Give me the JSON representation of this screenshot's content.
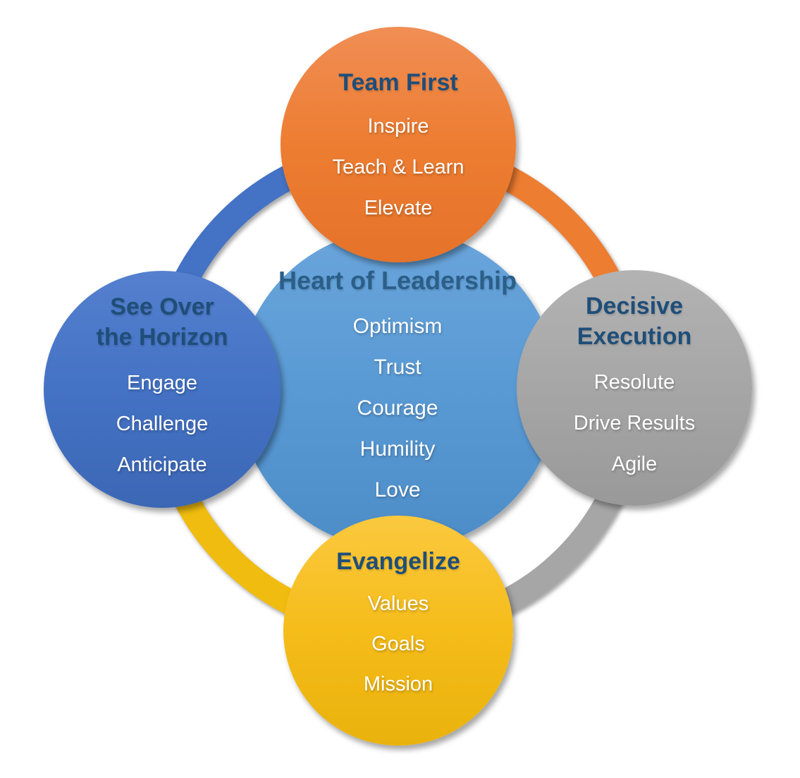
{
  "circles": {
    "center": {
      "title_lines": [
        "Heart of Leadership"
      ],
      "items": [
        "Optimism",
        "Trust",
        "Courage",
        "Humility",
        "Love"
      ],
      "fill": "#5B9BD5"
    },
    "top": {
      "title_lines": [
        "Team First"
      ],
      "items": [
        "Inspire",
        "Teach & Learn",
        "Elevate"
      ],
      "fill": "#ED7D31"
    },
    "left": {
      "title_lines": [
        "See Over",
        "the Horizon"
      ],
      "items": [
        "Engage",
        "Challenge",
        "Anticipate"
      ],
      "fill": "#4472C4"
    },
    "right": {
      "title_lines": [
        "Decisive",
        "Execution"
      ],
      "items": [
        "Resolute",
        "Drive Results",
        "Agile"
      ],
      "fill": "#A6A6A6"
    },
    "bottom": {
      "title_lines": [
        "Evangelize"
      ],
      "items": [
        "Values",
        "Goals",
        "Mission"
      ],
      "fill": "#F5BC1A"
    }
  },
  "colors": {
    "background": "#FFFFFF",
    "title_text": "#1F4E79",
    "center_title_text": "#2B5F88",
    "item_text": "#FFFFFF",
    "ring": {
      "top_left": "#4472C4",
      "top_right": "#ED7D31",
      "bottom_right": "#A6A6A6",
      "bottom_left": "#F0BC0F"
    }
  }
}
